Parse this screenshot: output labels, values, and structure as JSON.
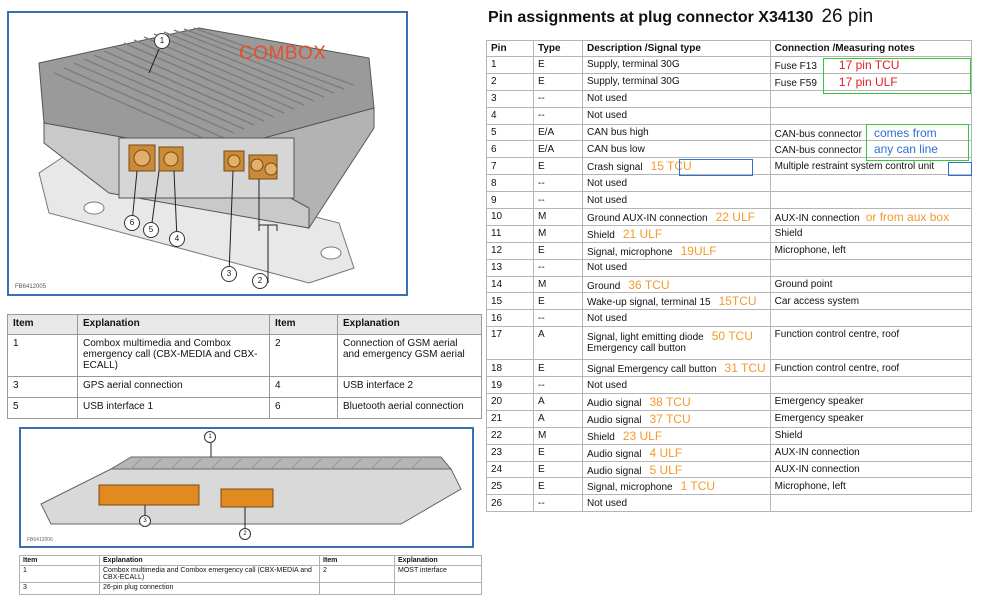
{
  "figure1": {
    "label": "COMBOX",
    "code": "FB6412005",
    "callouts": [
      "1",
      "2",
      "3",
      "4",
      "5",
      "6"
    ]
  },
  "items_table": {
    "headers": [
      "Item",
      "Explanation",
      "Item",
      "Explanation"
    ],
    "rows": [
      [
        "1",
        "Combox multimedia and Combox emergency call (CBX-MEDIA and CBX-ECALL)",
        "2",
        "Connection of GSM aerial and emergency GSM aerial"
      ],
      [
        "3",
        "GPS aerial connection",
        "4",
        "USB interface 2"
      ],
      [
        "5",
        "USB interface 1",
        "6",
        "Bluetooth aerial connection"
      ]
    ]
  },
  "figure2": {
    "callouts": [
      "1",
      "2",
      "3"
    ]
  },
  "items_table2": {
    "headers": [
      "Item",
      "Explanation",
      "Item",
      "Explanation"
    ],
    "rows": [
      [
        "1",
        "Combox multimedia and Combox emergency call (CBX-MEDIA and CBX-ECALL)",
        "2",
        "MOST interface"
      ],
      [
        "3",
        "26-pin plug connection",
        "",
        ""
      ]
    ]
  },
  "pin_table": {
    "title": "Pin assignments at plug connector X34130",
    "subtitle": "26 pin",
    "headers": [
      "Pin",
      "Type",
      "Description /Signal type",
      "Connection /Measuring notes"
    ],
    "rows": [
      {
        "pin": "1",
        "type": "E",
        "desc": "Supply, terminal 30G",
        "desc2": "",
        "note": "",
        "conn": "Fuse F13",
        "conn_note": "17 pin TCU"
      },
      {
        "pin": "2",
        "type": "E",
        "desc": "Supply, terminal 30G",
        "desc2": "",
        "note": "",
        "conn": "Fuse F59",
        "conn_note": "17 pin ULF"
      },
      {
        "pin": "3",
        "type": "--",
        "desc": "Not used",
        "desc2": "",
        "note": "",
        "conn": "",
        "conn_note": ""
      },
      {
        "pin": "4",
        "type": "--",
        "desc": "Not used",
        "desc2": "",
        "note": "",
        "conn": "",
        "conn_note": ""
      },
      {
        "pin": "5",
        "type": "E/A",
        "desc": "CAN bus high",
        "desc2": "",
        "note": "",
        "conn": "CAN-bus connector",
        "conn_note": "comes from"
      },
      {
        "pin": "6",
        "type": "E/A",
        "desc": "CAN bus low",
        "desc2": "",
        "note": "",
        "conn": "CAN-bus connector",
        "conn_note": "any can line"
      },
      {
        "pin": "7",
        "type": "E",
        "desc": "Crash signal",
        "desc2": "",
        "note": "15 TCU",
        "conn": "Multiple restraint system control unit",
        "conn_note": ""
      },
      {
        "pin": "8",
        "type": "--",
        "desc": "Not used",
        "desc2": "",
        "note": "",
        "conn": "",
        "conn_note": ""
      },
      {
        "pin": "9",
        "type": "--",
        "desc": "Not used",
        "desc2": "",
        "note": "",
        "conn": "",
        "conn_note": ""
      },
      {
        "pin": "10",
        "type": "M",
        "desc": "Ground AUX-IN connection",
        "desc2": "",
        "note": "22 ULF",
        "conn": "AUX-IN connection",
        "conn_note": "or from aux box"
      },
      {
        "pin": "11",
        "type": "M",
        "desc": "Shield",
        "desc2": "",
        "note": "21 ULF",
        "conn": "Shield",
        "conn_note": ""
      },
      {
        "pin": "12",
        "type": "E",
        "desc": "Signal, microphone",
        "desc2": "",
        "note": "19ULF",
        "conn": "Microphone, left",
        "conn_note": ""
      },
      {
        "pin": "13",
        "type": "--",
        "desc": "Not used",
        "desc2": "",
        "note": "",
        "conn": "",
        "conn_note": ""
      },
      {
        "pin": "14",
        "type": "M",
        "desc": "Ground",
        "desc2": "",
        "note": "36 TCU",
        "conn": "Ground point",
        "conn_note": ""
      },
      {
        "pin": "15",
        "type": "E",
        "desc": "Wake-up signal, terminal 15",
        "desc2": "",
        "note": "15TCU",
        "conn": "Car access system",
        "conn_note": ""
      },
      {
        "pin": "16",
        "type": "--",
        "desc": "Not used",
        "desc2": "",
        "note": "",
        "conn": "",
        "conn_note": ""
      },
      {
        "pin": "17",
        "type": "A",
        "desc": "Signal, light emitting diode",
        "desc2": "Emergency call button",
        "note": "50 TCU",
        "conn": "Function control centre, roof",
        "conn_note": ""
      },
      {
        "pin": "18",
        "type": "E",
        "desc": "Signal Emergency call button",
        "desc2": "",
        "note": "31 TCU",
        "conn": "Function control centre, roof",
        "conn_note": ""
      },
      {
        "pin": "19",
        "type": "--",
        "desc": "Not used",
        "desc2": "",
        "note": "",
        "conn": "",
        "conn_note": ""
      },
      {
        "pin": "20",
        "type": "A",
        "desc": "Audio signal",
        "desc2": "",
        "note": "38 TCU",
        "conn": "Emergency speaker",
        "conn_note": ""
      },
      {
        "pin": "21",
        "type": "A",
        "desc": "Audio signal",
        "desc2": "",
        "note": "37 TCU",
        "conn": "Emergency speaker",
        "conn_note": ""
      },
      {
        "pin": "22",
        "type": "M",
        "desc": "Shield",
        "desc2": "",
        "note": "23 ULF",
        "conn": "Shield",
        "conn_note": ""
      },
      {
        "pin": "23",
        "type": "E",
        "desc": "Audio signal",
        "desc2": "",
        "note": "4 ULF",
        "conn": "AUX-IN connection",
        "conn_note": ""
      },
      {
        "pin": "24",
        "type": "E",
        "desc": "Audio signal",
        "desc2": "",
        "note": "5 ULF",
        "conn": "AUX-IN connection",
        "conn_note": ""
      },
      {
        "pin": "25",
        "type": "E",
        "desc": "Signal, microphone",
        "desc2": "",
        "note": "1 TCU",
        "conn": "Microphone, left",
        "conn_note": ""
      },
      {
        "pin": "26",
        "type": "--",
        "desc": "Not used",
        "desc2": "",
        "note": "",
        "conn": "",
        "conn_note": ""
      }
    ]
  },
  "colors": {
    "orange_note": "#f39a2a",
    "red_note": "#e02020",
    "blue_note": "#2f6fd0",
    "green_box": "#34c934",
    "figure_border": "#3b6fb3"
  }
}
